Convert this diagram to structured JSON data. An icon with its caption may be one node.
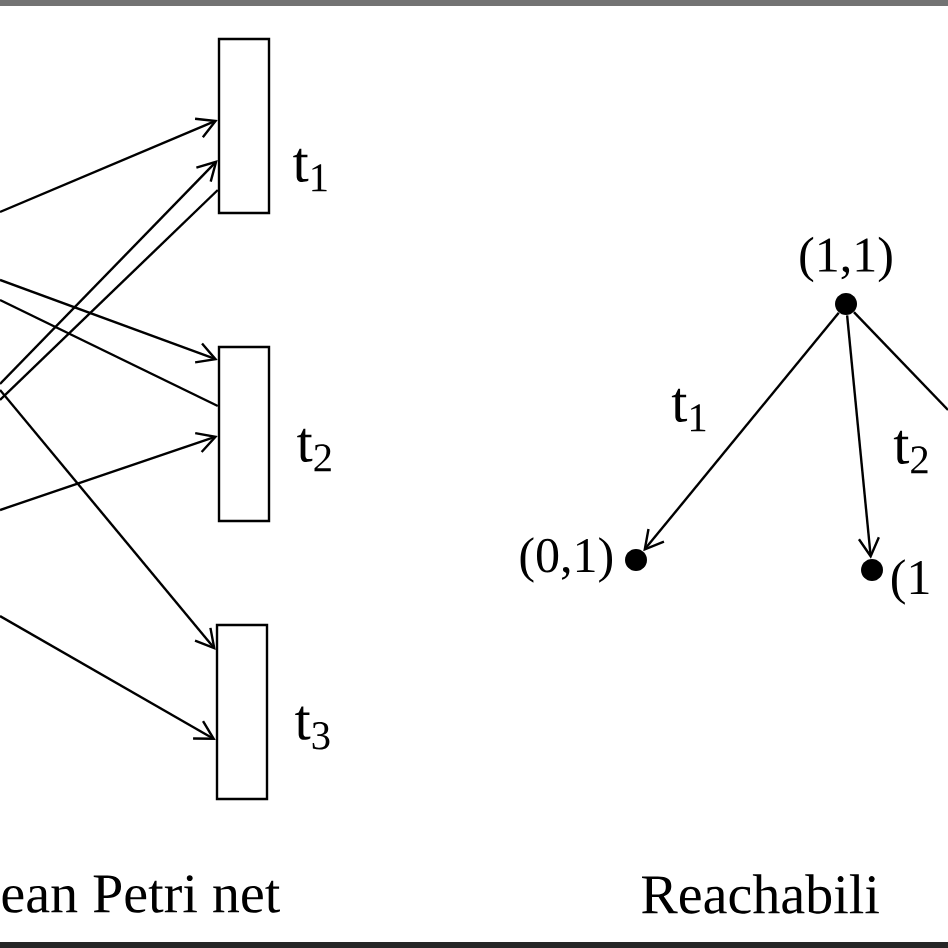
{
  "diagram": {
    "nodes": [
      {
        "text": [
          "t$_{1}$"
        ]
      },
      {
        "text": [
          "t$_{2}$"
        ]
      },
      {
        "text": [
          "t$_{3}$"
        ]
      },
      {
        "text": [
          "(1,1)"
        ]
      },
      {
        "text": [
          "(0,1)"
        ]
      },
      {
        "text": [
          "(1"
        ]
      }
    ],
    "edges": [
      {
        "from": null,
        "to": 0,
        "arrow": "to"
      },
      {
        "from": null,
        "to": 0,
        "arrow": "to"
      },
      {
        "from": 0,
        "to": null,
        "arrow": "none"
      },
      {
        "from": null,
        "to": 1,
        "arrow": "to"
      },
      {
        "from": 1,
        "to": null,
        "arrow": "none"
      },
      {
        "from": null,
        "to": 1,
        "arrow": "to"
      },
      {
        "from": null,
        "to": 2,
        "arrow": "to"
      },
      {
        "from": null,
        "to": 2,
        "arrow": "to"
      },
      {
        "from": 3,
        "to": 4,
        "arrow": "to",
        "label": "t$_{1}$"
      },
      {
        "from": 3,
        "to": 5,
        "arrow": "to",
        "label": "t$_{2}$"
      },
      {
        "from": 3,
        "to": null,
        "arrow": "none"
      }
    ],
    "labels": [
      "ean Petri net",
      "Reachabili"
    ]
  }
}
